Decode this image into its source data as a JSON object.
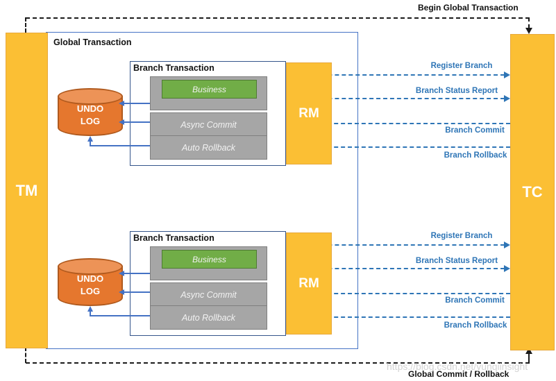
{
  "flows": {
    "begin": "Begin Global Transaction",
    "end": "Global Commit / Rollback"
  },
  "actors": {
    "tm": "TM",
    "tc": "TC"
  },
  "global_transaction": {
    "label": "Global Transaction"
  },
  "branches": [
    {
      "label": "Branch Transaction",
      "rm": "RM",
      "business": "Business",
      "async_commit": "Async Commit",
      "auto_rollback": "Auto Rollback",
      "undo_log": {
        "line1": "UNDO",
        "line2": "LOG"
      },
      "messages": {
        "register": "Register Branch",
        "status": "Branch Status Report",
        "commit": "Branch Commit",
        "rollback": "Branch Rollback"
      }
    },
    {
      "label": "Branch Transaction",
      "rm": "RM",
      "business": "Business",
      "async_commit": "Async Commit",
      "auto_rollback": "Auto Rollback",
      "undo_log": {
        "line1": "UNDO",
        "line2": "LOG"
      },
      "messages": {
        "register": "Register Branch",
        "status": "Branch Status Report",
        "commit": "Branch Commit",
        "rollback": "Branch Rollback"
      }
    }
  ],
  "watermark": "https://blog.csdn.net/yunqiinsight",
  "colors": {
    "actor_yellow": "#FBBF34",
    "cylinder_orange": "#E5772E",
    "box_gray": "#A6A6A6",
    "business_green": "#71AD47",
    "message_blue": "#2E75B6",
    "line_blue": "#4472C4",
    "connector_black": "#1A1A1A"
  }
}
